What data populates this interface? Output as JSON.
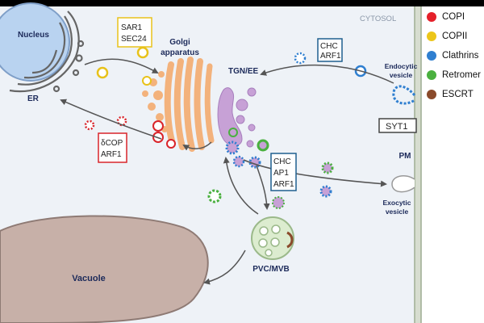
{
  "labels": {
    "cytosol": "CYTOSOL",
    "nucleus": "Nucleus",
    "er": "ER",
    "golgi_line1": "Golgi",
    "golgi_line2": "apparatus",
    "tgn": "TGN/EE",
    "endocytic_line1": "Endocytic",
    "endocytic_line2": "vesicle",
    "pm": "PM",
    "exocytic_line1": "Exocytic",
    "exocytic_line2": "vesicle",
    "pvc": "PVC/MVB",
    "vacuole": "Vacuole"
  },
  "boxes": {
    "sar1_sec24": {
      "line1": "SAR1",
      "line2": "SEC24",
      "color": "#e8c21a"
    },
    "chc_arf1_top": {
      "line1": "CHC",
      "line2": "ARF1",
      "color": "#1f5f8f"
    },
    "dcop_arf1": {
      "line1": "δCOP",
      "line2": "ARF1",
      "color": "#d9242a"
    },
    "chc_ap1_arf1": {
      "line1": "CHC",
      "line2": "AP1",
      "line3": "ARF1",
      "color": "#1f5f8f"
    },
    "syt1": {
      "text": "SYT1",
      "color": "#444444"
    }
  },
  "legend": {
    "items": [
      {
        "label": "COPI",
        "color": "#e5202a"
      },
      {
        "label": "COPII",
        "color": "#ecc619"
      },
      {
        "label": "Clathrins",
        "color": "#2f7fd0"
      },
      {
        "label": "Retromer",
        "color": "#4ab03f"
      },
      {
        "label": "ESCRT",
        "color": "#8a4a2b"
      }
    ]
  },
  "colors": {
    "background": "#eef2f7",
    "nucleus": "#b9d3f0",
    "golgi": "#f3b27c",
    "tgn": "#c7a1d6",
    "vacuole": "#c7b0a8",
    "pvc": "#dceccf",
    "membrane": "#c9d3c0"
  }
}
